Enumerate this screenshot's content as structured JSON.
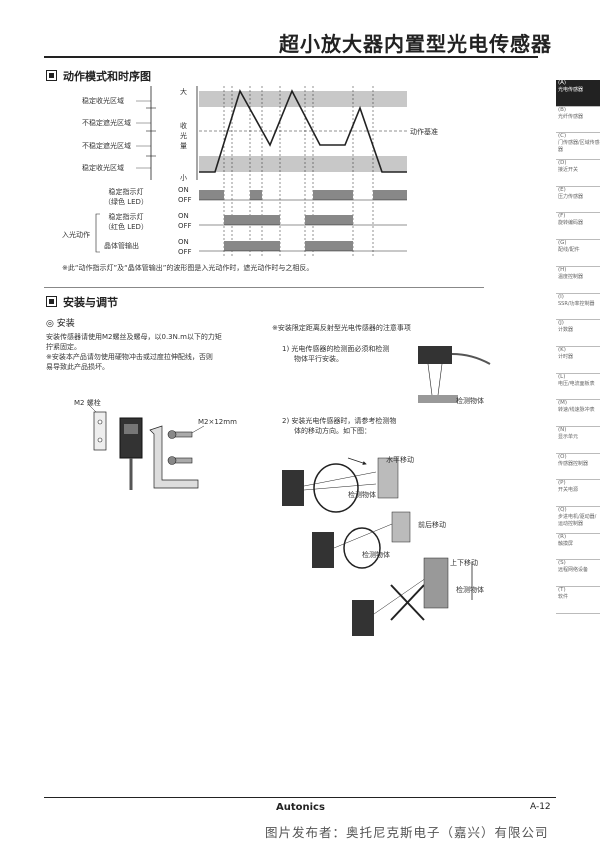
{
  "header": {
    "title": "超小放大器内置型光电传感器"
  },
  "section1": {
    "title": "动作模式和时序图",
    "zones": [
      "稳定收光区域",
      "不稳定遮光区域",
      "不稳定遮光区域",
      "稳定收光区域"
    ],
    "axis": {
      "top": "大",
      "mid1": "收",
      "mid2": "光",
      "mid3": "量",
      "bottom": "小"
    },
    "threshold_label": "动作基准",
    "signals": [
      {
        "label1": "稳定指示灯",
        "label2": "（绿色 LED）",
        "on": "ON",
        "off": "OFF"
      },
      {
        "label1": "稳定指示灯",
        "label2": "（红色 LED）",
        "on": "ON",
        "off": "OFF"
      },
      {
        "label1": "晶体管输出",
        "label2": "",
        "on": "ON",
        "off": "OFF"
      }
    ],
    "group_label": "入光动作",
    "note": "※此“动作指示灯”及“晶体管输出”的波形图是入光动作时，遮光动作时与之相反。"
  },
  "section2": {
    "title": "安装与调节",
    "sub_title": "◎ 安装",
    "install_text": [
      "安装传感器请使用M2螺丝及螺母，以0.3N.m以下的力矩",
      "拧紧固定。",
      "※安装本产品请勿使用硬物冲击或过度拉伸配线，否则",
      "易导致此产品损坏。"
    ],
    "screw_label": "M2 螺栓",
    "size_label": "M2×12mm",
    "notice_title": "※安装限定距离反射型光电传感器的注意事项",
    "item1": [
      "1) 光电传感器的检测面必须和检测",
      "物体平行安装。"
    ],
    "detect_obj": "检测物体",
    "item2": [
      "2) 安装光电传感器时，请参考检测物",
      "体的移动方向。如下图："
    ],
    "move_h": "水平移动",
    "move_fb": "前后移动",
    "move_ud": "上下移动"
  },
  "sidebar": {
    "items": [
      {
        "code": "(A)",
        "name": "光电传感器"
      },
      {
        "code": "(B)",
        "name": "光纤传感器"
      },
      {
        "code": "(C)",
        "name": "门传感器/区域传感器"
      },
      {
        "code": "(D)",
        "name": "接近开关"
      },
      {
        "code": "(E)",
        "name": "压力传感器"
      },
      {
        "code": "(F)",
        "name": "旋转编码器"
      },
      {
        "code": "(G)",
        "name": "配线/配件"
      },
      {
        "code": "(H)",
        "name": "温度控制器"
      },
      {
        "code": "(I)",
        "name": "SSR/功率控制器"
      },
      {
        "code": "(J)",
        "name": "计数器"
      },
      {
        "code": "(K)",
        "name": "计时器"
      },
      {
        "code": "(L)",
        "name": "电压/电流面板表"
      },
      {
        "code": "(M)",
        "name": "转速/线速脉冲表"
      },
      {
        "code": "(N)",
        "name": "显示单元"
      },
      {
        "code": "(O)",
        "name": "传感器控制器"
      },
      {
        "code": "(P)",
        "name": "开关电源"
      },
      {
        "code": "(Q)",
        "name": "步进电机/驱动器/运动控制器"
      },
      {
        "code": "(R)",
        "name": "触摸屏"
      },
      {
        "code": "(S)",
        "name": "远程网络设备"
      },
      {
        "code": "(T)",
        "name": "软件"
      }
    ]
  },
  "footer": {
    "brand": "Autonics",
    "page": "A-12",
    "credit": "图片发布者：奥托尼克斯电子（嘉兴）有限公司"
  },
  "colors": {
    "zone_gray": "#c8c8c8",
    "signal_gray": "#888888",
    "sidebar_active": "#222222"
  }
}
